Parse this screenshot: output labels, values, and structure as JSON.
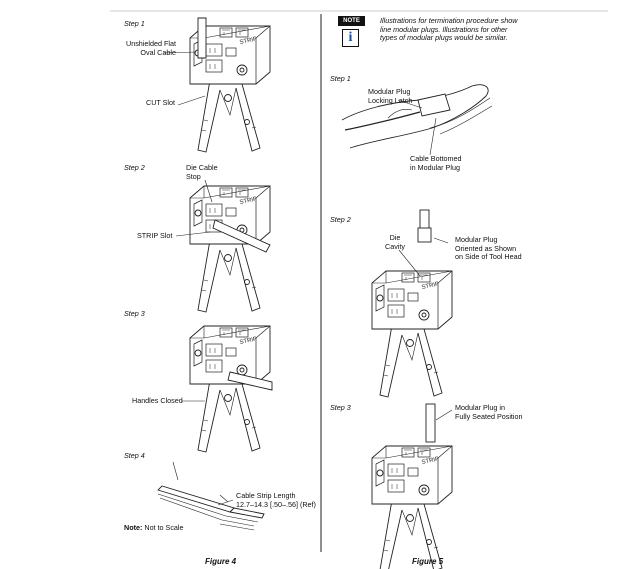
{
  "left": {
    "step1": {
      "label": "Step 1",
      "cable": "Unshielded Flat\nOval Cable",
      "cut": "CUT Slot"
    },
    "step2": {
      "label": "Step 2",
      "die": "Die Cable\nStop",
      "strip": "STRIP Slot"
    },
    "step3": {
      "label": "Step 3",
      "handles": "Handles Closed"
    },
    "step4": {
      "label": "Step 4",
      "length": "Cable Strip Length\n12.7–14.3 [.50–.56] (Ref)",
      "note_bold": "Note:",
      "note_text": " Not to Scale"
    },
    "figure": "Figure 4"
  },
  "right": {
    "note": {
      "label": "NOTE",
      "icon": "i",
      "text": "Illustrations for termination procedure show\nline modular plugs. Illustrations for other\ntypes of modular plugs would be similar."
    },
    "step1": {
      "label": "Step 1",
      "latch": "Modular Plug\nLocking Latch",
      "bottomed": "Cable Bottomed\nin Modular Plug"
    },
    "step2": {
      "label": "Step 2",
      "cavity": "Die\nCavity",
      "oriented": "Modular Plug\nOriented as Shown\non Side of Tool Head"
    },
    "step3": {
      "label": "Step 3",
      "seated": "Modular Plug in\nFully Seated Position"
    },
    "figure": "Figure 5"
  },
  "tool_head_text": "STRIP"
}
